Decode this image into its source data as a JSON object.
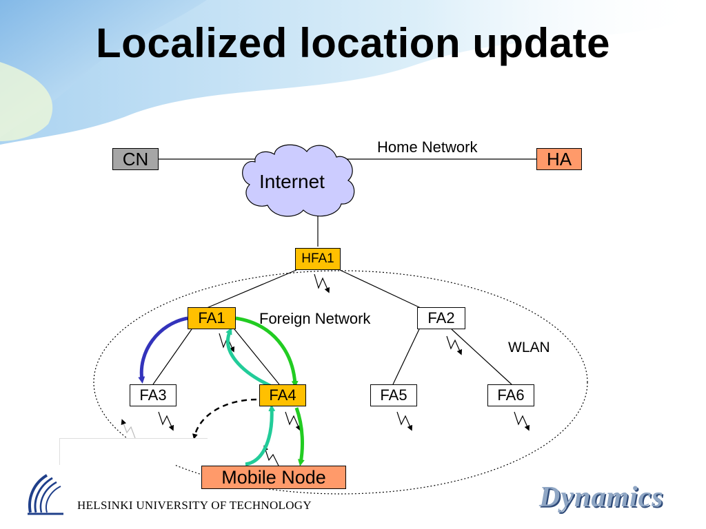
{
  "slide": {
    "title": "Localized location update",
    "footer": "HELSINKI UNIVERSITY OF TECHNOLOGY",
    "brand": "Dynamics"
  },
  "diagram": {
    "cn": "CN",
    "ha": "HA",
    "internet": "Internet",
    "home_network": "Home Network",
    "hfa1": "HFA1",
    "foreign_network": "Foreign Network",
    "wlan": "WLAN",
    "fa1": "FA1",
    "fa2": "FA2",
    "fa3": "FA3",
    "fa4": "FA4",
    "fa5": "FA5",
    "fa6": "FA6",
    "mobile_node": "Mobile Node"
  },
  "colors": {
    "cn": "#a6a6a6",
    "ha": "#ff9a6a",
    "mobile_node": "#ff9a6a",
    "highlight": "#ffc000",
    "cloud": "#ccccff",
    "arrow_blue": "#3333bb",
    "arrow_teal": "#22cc99",
    "arrow_green": "#22cc22"
  }
}
